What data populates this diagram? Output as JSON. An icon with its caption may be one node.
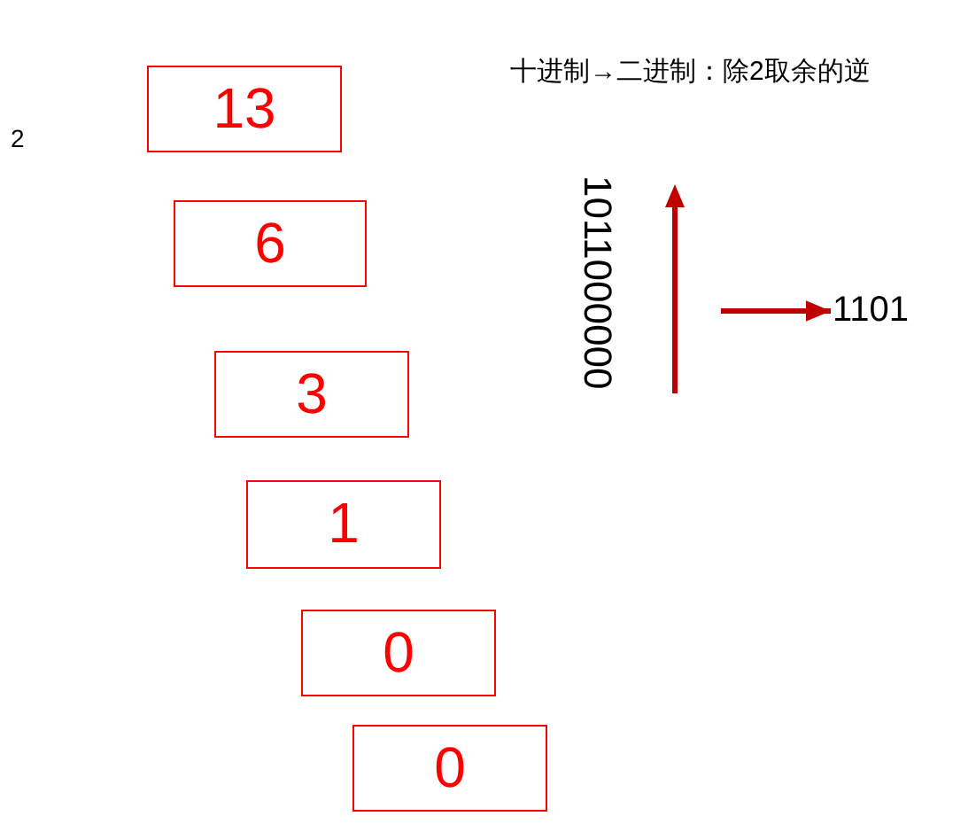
{
  "diagram": {
    "title": "十进制→二进制：除2取余的逆",
    "nodes": [
      {
        "text": [
          "13"
        ]
      },
      {
        "text": [
          "6"
        ]
      },
      {
        "text": [
          "3"
        ]
      },
      {
        "text": [
          "1"
        ]
      },
      {
        "text": [
          "0"
        ]
      },
      {
        "text": [
          "0"
        ]
      },
      {
        "text": [
          "1101"
        ]
      }
    ],
    "edges": [
      {
        "from": null,
        "to": 6,
        "arrow": "to"
      }
    ],
    "labels": [
      "2",
      "1011000000"
    ]
  }
}
